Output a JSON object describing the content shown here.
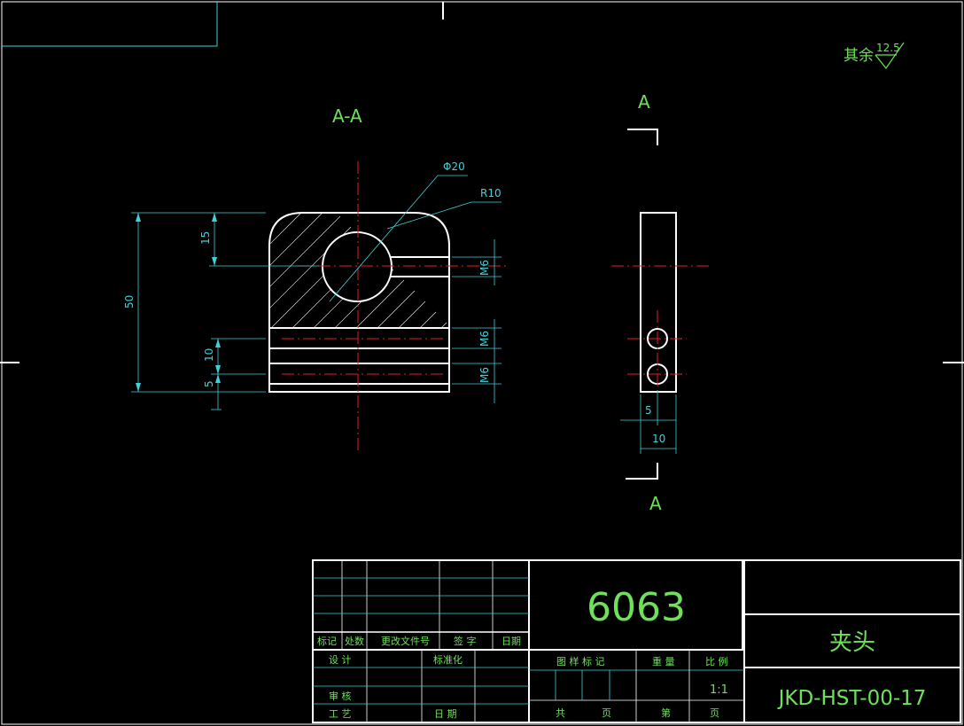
{
  "drawing": {
    "section_label": "A-A",
    "view_label_top": "A",
    "view_label_bottom": "A",
    "roughness_prefix": "其余",
    "roughness_value": "12.5",
    "material": "6063",
    "part_name": "夹头",
    "drawing_number": "JKD-HST-00-17",
    "scale_value": "1:1"
  },
  "dimensions": {
    "hole_dia": "Φ20",
    "radius": "R10",
    "height_total": "50",
    "height_15": "15",
    "height_10": "10",
    "height_5": "5",
    "thread_1": "M6",
    "thread_2": "M6",
    "thread_3": "M6",
    "side_5": "5",
    "side_10": "10"
  },
  "title_block": {
    "col_mark": "标记",
    "col_count": "处数",
    "col_change_doc": "更改文件号",
    "col_sign": "签 字",
    "col_date": "日期",
    "design": "设 计",
    "standardize": "标准化",
    "review": "审 核",
    "process": "工 艺",
    "date": "日 期",
    "stage_mark": "图 样 标 记",
    "weight": "重 量",
    "scale": "比 例",
    "total": "共",
    "page": "页",
    "sheet": "第",
    "page2": "页"
  }
}
